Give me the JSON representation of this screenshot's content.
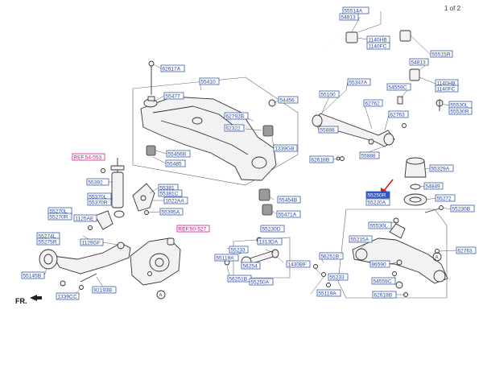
{
  "page": {
    "indicator": "1 of 2",
    "direction_label": "FR."
  },
  "colors": {
    "label_border": "#3c5aa8",
    "label_text": "#2a47a0",
    "ref_text": "#c3177f",
    "arrow": "#d61f1f",
    "highlight": "#2f55c9"
  },
  "icons": {
    "front_arrow": "arrow-icon",
    "callout_a": "circle-a-icon"
  },
  "callout_letter": "A",
  "labels": {
    "l55514a": "55514A",
    "l54813a": "54813",
    "l1140hb_top": "1140HB",
    "l1140fc_top": "1140FC",
    "l55515r": "55515R",
    "l54813b": "54813",
    "l1140hb_r": "1140HB",
    "l1140fc_r": "1140FC",
    "l54559c_r": "54559C",
    "l55530l": "55530L",
    "l55530r": "55530R",
    "l62617a": "62617A",
    "l55410": "55410",
    "l55477": "55477",
    "l54456": "54456",
    "l62792b": "62792B",
    "l62322": "62322",
    "l1339gb": "1339GB",
    "l55456b": "55456B",
    "l55485": "55485",
    "l55347a": "55347A",
    "l55100": "55100",
    "l62762": "62762",
    "l55888a": "55888",
    "l62763": "62763",
    "l55888b": "55888",
    "l62618b_mid": "62618B",
    "l55329a": "55329A",
    "l54849": "54849",
    "l55250r": "55250R",
    "l55220a": "55220A",
    "l55272": "55272",
    "l55230b": "55230B",
    "l55530l_low": "55530L",
    "l55215a": "55215A",
    "l62763_low": "62763",
    "l86590": "86590",
    "l54559c_low": "54559C",
    "l62618b_low": "62618B",
    "l55392": "55392",
    "l55381": "55381",
    "l55381c": "55381C",
    "l55370l": "55370L",
    "l55370r": "55370R",
    "l1022aa": "1022AA",
    "l55395a": "55395A",
    "l55454b": "55454B",
    "l55471a": "55471A",
    "l55270l": "55270L",
    "l55270r": "55270R",
    "l1125ae": "1125AE",
    "l55274l": "55274L",
    "l55275r": "55275R",
    "l1129gf": "1129GF",
    "l55145b": "55145B",
    "l1339cc": "1339CC",
    "l92193b": "92193B",
    "l55230d": "55230D",
    "l55233a": "55233",
    "l55119a_mid": "55119A",
    "l56251b_mid": "56251B",
    "l56254": "56254",
    "l1313da": "1313DA",
    "l1430bf": "1430BF",
    "l55250a": "55250A",
    "l56251b_low": "56251B",
    "l55233b": "55233",
    "l55119a_low": "55119A"
  },
  "refs": {
    "ref1": "REF.54-553",
    "ref2": "REF.50-527"
  }
}
